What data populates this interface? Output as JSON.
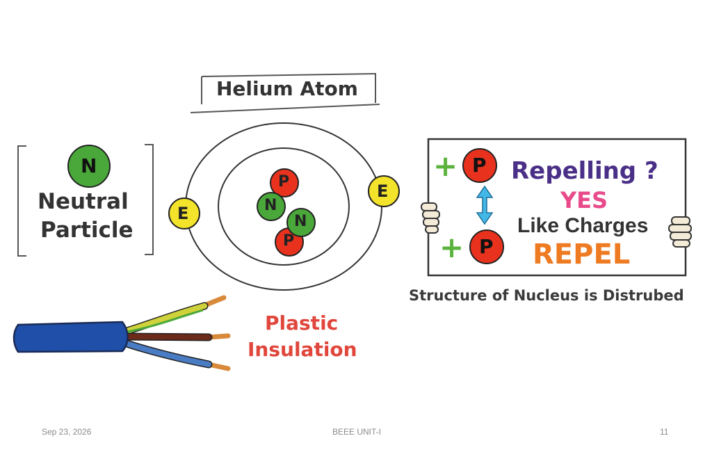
{
  "illustration": {
    "title": "Helium Atom",
    "neutral_symbol": "N",
    "neutral_line1": "Neutral",
    "neutral_line2": "Particle",
    "electron_symbol": "E",
    "proton_symbol": "P",
    "neutron_symbol": "N",
    "insulation_line1": "Plastic",
    "insulation_line2": "Insulation",
    "plus_sign": "+",
    "repelling_question": "Repelling ?",
    "yes_text": "YES",
    "like_charges": "Like Charges",
    "repel_text": "REPEL",
    "caption": "Structure of Nucleus is Distrubed"
  },
  "colors": {
    "neutron": "#4aa83a",
    "proton": "#e8321e",
    "electron": "#f3e32a",
    "insulation_text": "#e0463c",
    "repelling_text": "#4a2f87",
    "yes_text": "#e84a8a",
    "repel_text": "#ee7a22",
    "plus_sign": "#5ab33c",
    "cable_blue": "#1f4fa8"
  },
  "footer": {
    "date": "Sep 23, 2026",
    "center": "BEEE UNIT-I",
    "page": "11"
  }
}
